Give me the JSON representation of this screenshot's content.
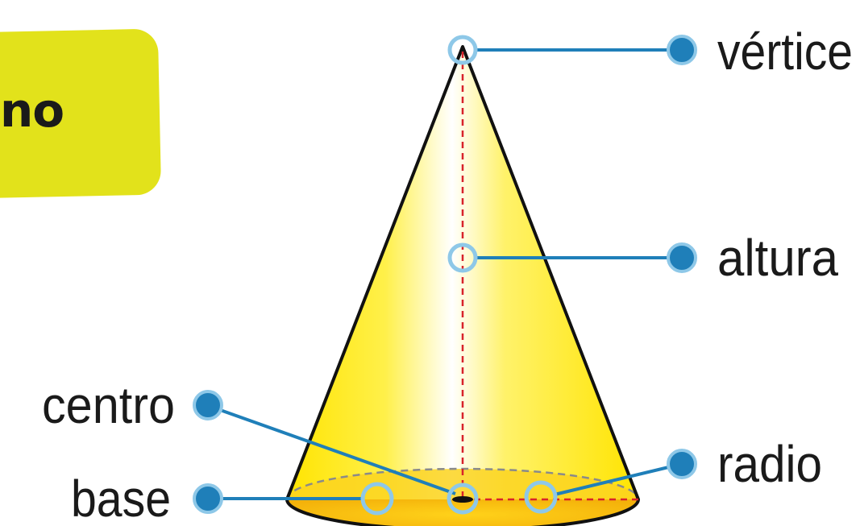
{
  "title": "no",
  "labels": {
    "vertex": "vértice",
    "height": "altura",
    "center": "centro",
    "base": "base",
    "radius": "radio"
  },
  "colors": {
    "title_tab": "#e2e21b",
    "cone_yellow": "#ffe800",
    "base_orange": "#f6b90b",
    "leader_line": "#1f7fb9",
    "marker_dot": "#1f7fb9",
    "hollow_marker": "#8ec8e8",
    "dashed_line": "#d8232a"
  }
}
